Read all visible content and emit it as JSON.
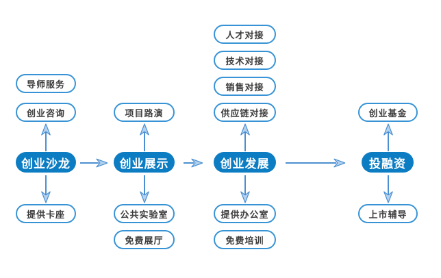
{
  "diagram": {
    "title": "startup-incubation-flow",
    "columns": [
      {
        "main": "创业沙龙",
        "top": [
          "导师服务",
          "创业咨询"
        ],
        "bottom": [
          "提供卡座"
        ]
      },
      {
        "main": "创业展示",
        "top": [
          "项目路演"
        ],
        "bottom": [
          "公共实验室",
          "免费展厅"
        ]
      },
      {
        "main": "创业发展",
        "top": [
          "人才对接",
          "技术对接",
          "销售对接",
          "供应链对接"
        ],
        "bottom": [
          "提供办公室",
          "免费培训"
        ]
      },
      {
        "main": "投融资",
        "top": [
          "创业基金"
        ],
        "bottom": [
          "上市辅导"
        ]
      }
    ],
    "colors": {
      "background": "#ffffff",
      "main_fill": "#0c7cc3",
      "main_text": "#ffffff",
      "node_border": "#3793d5",
      "node_text": "#3c3c3c",
      "arrow_stroke": "#4a8fd1",
      "arrow_head_fill": "#b4d2ef"
    }
  }
}
